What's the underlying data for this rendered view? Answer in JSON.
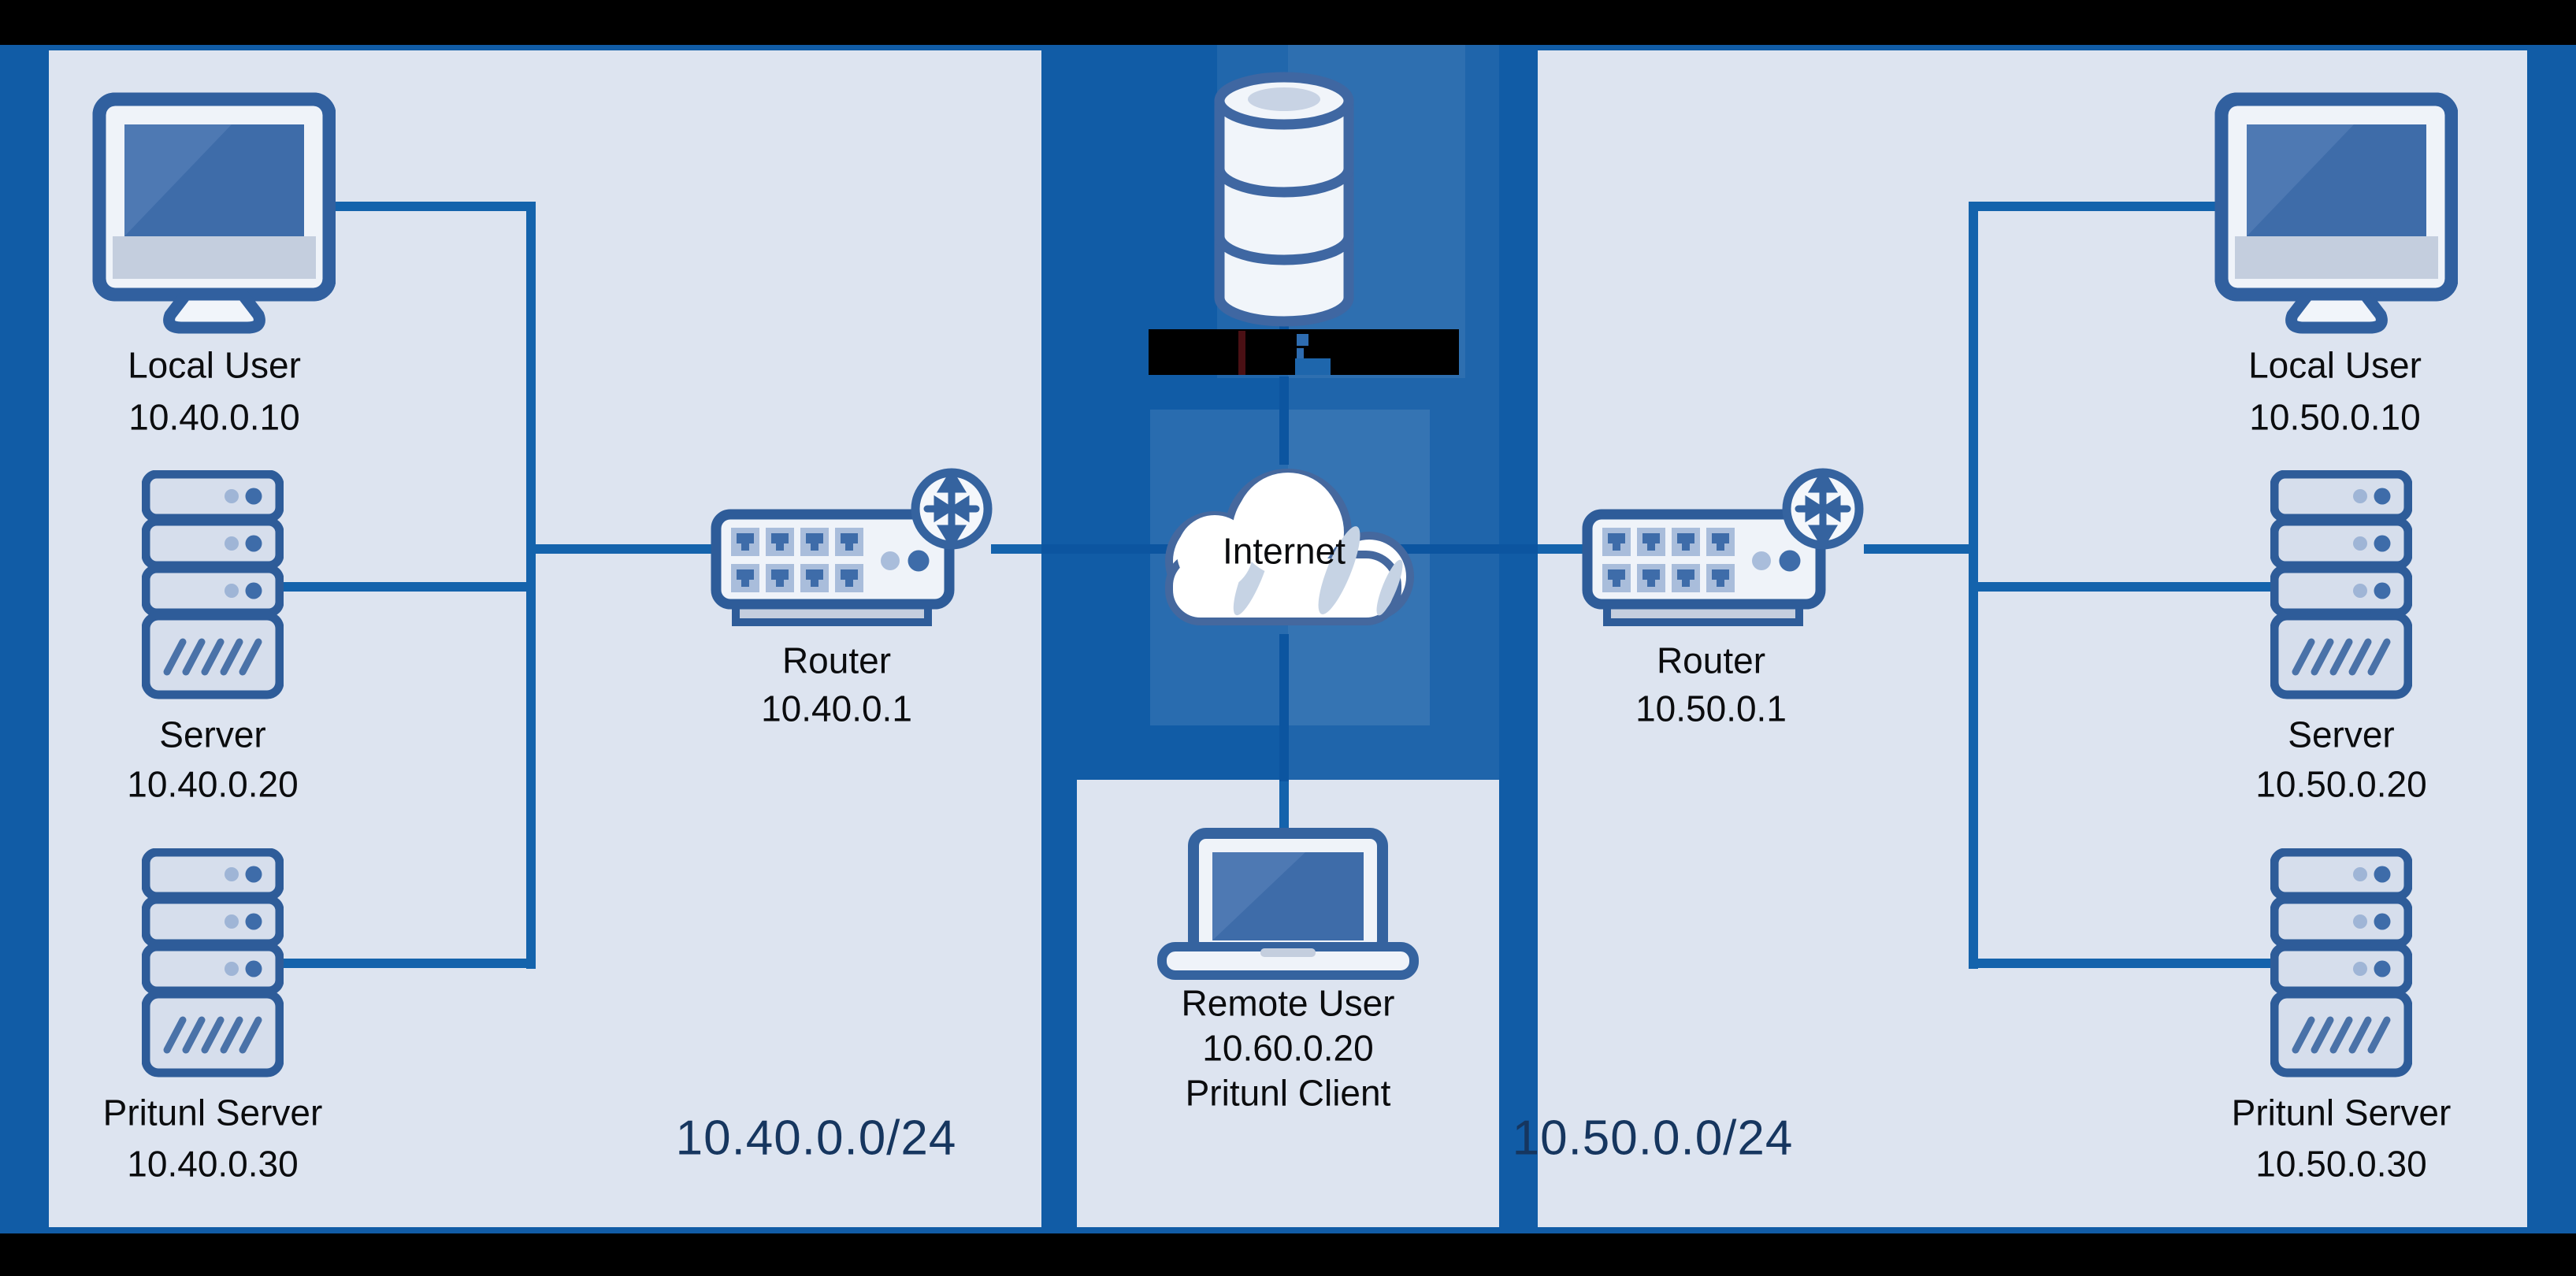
{
  "colors": {
    "frame_blue": "#115CA6",
    "panel_light": "#DDE4F0",
    "wire_blue": "#1463AC",
    "wire_dark_blue": "#0C55A0",
    "subnet_navy": "#16365F",
    "icon_outline": "#2E5C99",
    "icon_outline_muted": "#45689E",
    "screen_fill": "#3E6CA9"
  },
  "left": {
    "subnet": "10.40.0.0/24",
    "local_user": {
      "label": "Local User",
      "ip": "10.40.0.10"
    },
    "server": {
      "label": "Server",
      "ip": "10.40.0.20"
    },
    "pritunl": {
      "label": "Pritunl Server",
      "ip": "10.40.0.30"
    },
    "router": {
      "label": "Router",
      "ip": "10.40.0.1"
    }
  },
  "right": {
    "subnet": "10.50.0.0/24",
    "local_user": {
      "label": "Local User",
      "ip": "10.50.0.10"
    },
    "server": {
      "label": "Server",
      "ip": "10.50.0.20"
    },
    "pritunl": {
      "label": "Pritunl Server",
      "ip": "10.50.0.30"
    },
    "router": {
      "label": "Router",
      "ip": "10.50.0.1"
    }
  },
  "center": {
    "internet": "Internet",
    "remote_user": {
      "label": "Remote User",
      "ip": "10.60.0.20",
      "client": "Pritunl Client"
    },
    "database_caption_redacted": ""
  }
}
